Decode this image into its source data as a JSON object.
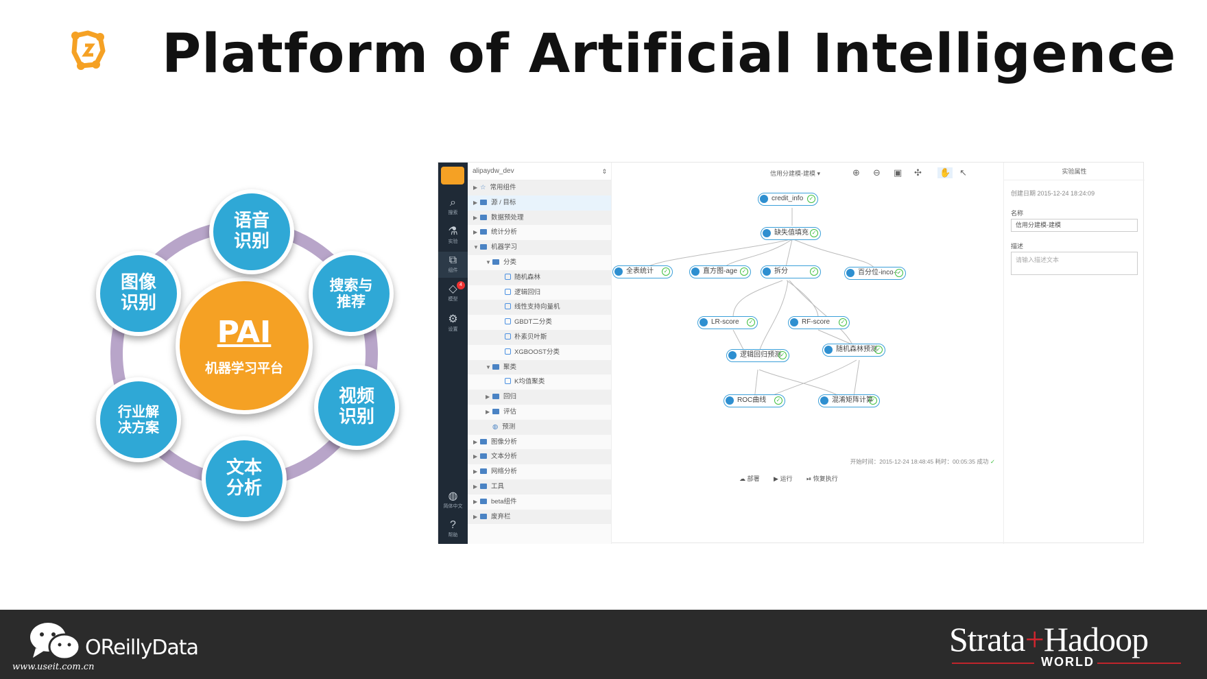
{
  "title": "Platform of Artificial Intelligence",
  "pai": {
    "center_title": "PAI",
    "center_sub": "机器学习平台",
    "items": [
      "语音\n识别",
      "搜索与\n推荐",
      "视频\n识别",
      "文本\n分析",
      "行业解\n决方案",
      "图像\n识别"
    ]
  },
  "app": {
    "rail": [
      "搜索",
      "实验",
      "组件",
      "模型",
      "设置",
      "简体中文",
      "帮助"
    ],
    "badge": "4",
    "project": "alipaydw_dev",
    "tree": [
      {
        "label": "常用组件",
        "type": "star",
        "level": 0
      },
      {
        "label": "源 / 目标",
        "type": "folder",
        "level": 0
      },
      {
        "label": "数据预处理",
        "type": "folder",
        "level": 0
      },
      {
        "label": "统计分析",
        "type": "folder",
        "level": 0
      },
      {
        "label": "机器学习",
        "type": "folder",
        "level": 0,
        "open": true
      },
      {
        "label": "分类",
        "type": "folder",
        "level": 1,
        "open": true
      },
      {
        "label": "随机森林",
        "type": "leaf",
        "level": 2
      },
      {
        "label": "逻辑回归",
        "type": "leaf",
        "level": 2
      },
      {
        "label": "线性支持向量机",
        "type": "leaf",
        "level": 2
      },
      {
        "label": "GBDT二分类",
        "type": "leaf",
        "level": 2
      },
      {
        "label": "朴素贝叶斯",
        "type": "leaf",
        "level": 2
      },
      {
        "label": "XGBOOST分类",
        "type": "leaf",
        "level": 2
      },
      {
        "label": "聚类",
        "type": "folder",
        "level": 1,
        "open": true
      },
      {
        "label": "K均值聚类",
        "type": "leaf",
        "level": 2
      },
      {
        "label": "回归",
        "type": "folder",
        "level": 1
      },
      {
        "label": "评估",
        "type": "folder",
        "level": 1
      },
      {
        "label": "预测",
        "type": "globe",
        "level": 1
      },
      {
        "label": "图像分析",
        "type": "folder",
        "level": 0
      },
      {
        "label": "文本分析",
        "type": "folder",
        "level": 0
      },
      {
        "label": "网络分析",
        "type": "folder",
        "level": 0
      },
      {
        "label": "工具",
        "type": "folder",
        "level": 0
      },
      {
        "label": "beta组件",
        "type": "folder",
        "level": 0
      },
      {
        "label": "废弃栏",
        "type": "folder",
        "level": 0
      }
    ],
    "experiment_name": "信用分建模-建模",
    "nodes": [
      "credit_info",
      "缺失值填充",
      "全表统计",
      "直方图-age",
      "拆分",
      "百分位-inco···",
      "LR-score",
      "RF-score",
      "逻辑回归预测",
      "随机森林预测",
      "ROC曲线",
      "混淆矩阵计算"
    ],
    "status_line": "开始时间：2015-12-24 18:48:45  耗时：00:05:35  成功",
    "actions": [
      "部署",
      "运行",
      "恢复执行"
    ],
    "props": {
      "header": "实验属性",
      "created": "创建日期  2015-12-24 18:24:09",
      "name_label": "名称",
      "name_value": "信用分建模-建模",
      "desc_label": "描述",
      "desc_placeholder": "请输入描述文本"
    }
  },
  "footer": {
    "brand": "OReillyData",
    "url": "www.useit.com.cn",
    "strata_a": "Strata",
    "strata_b": "Hadoop",
    "world": "WORLD"
  },
  "colors": {
    "bubble": "#2fa8d6",
    "center": "#f5a124",
    "ring": "#b8a5c9",
    "footer": "#2b2b2b"
  }
}
